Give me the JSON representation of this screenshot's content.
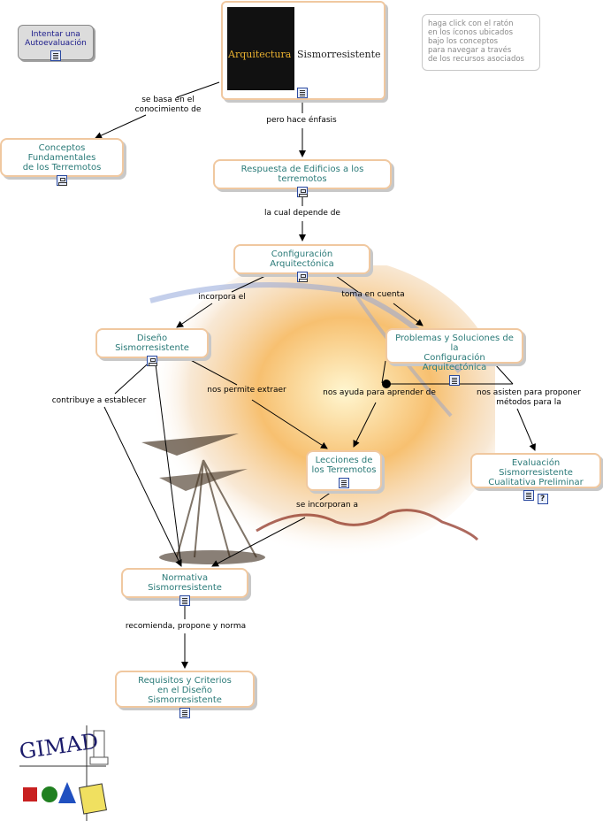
{
  "autoevaluacion": {
    "label": "Intentar una\nAutoevaluación"
  },
  "instruction_note": "haga click con el ratón\nen los íconos ubicados\nbajo los conceptos\npara navegar a través\nde los recursos asociados",
  "title": {
    "left": "Arquitectura",
    "right": "Sismorresistente"
  },
  "nodes": {
    "conceptos": "Conceptos Fundamentales\nde los Terremotos",
    "respuesta": "Respuesta de Edificios a los terremotos",
    "configuracion": "Configuración Arquitectónica",
    "diseno": "Diseño Sismorresistente",
    "problemas": "Problemas y Soluciones de la\nConfiguración Arquitectónica",
    "lecciones": "Lecciones de\nlos Terremotos",
    "evaluacion": "Evaluación Sismorresistente\nCualitativa Preliminar",
    "normativa": "Normativa Sismorresistente",
    "requisitos": "Requisitos y Criterios\nen el Diseño Sismorresistente"
  },
  "links": {
    "se_basa": "se basa en el\nconocimiento de",
    "pero_hace": "pero hace énfasis",
    "la_cual": "la cual depende de",
    "incorpora": "incorpora el",
    "toma": "toma en cuenta",
    "permite": "nos permite extraer",
    "ayuda": "nos ayuda para aprender de",
    "asisten": "nos asisten para proponer\nmétodos para la",
    "contribuye": "contribuye a establecer",
    "incorporan": "se incorporan a",
    "recomienda": "recomienda, propone y norma"
  },
  "logo_text": "GIMAD"
}
